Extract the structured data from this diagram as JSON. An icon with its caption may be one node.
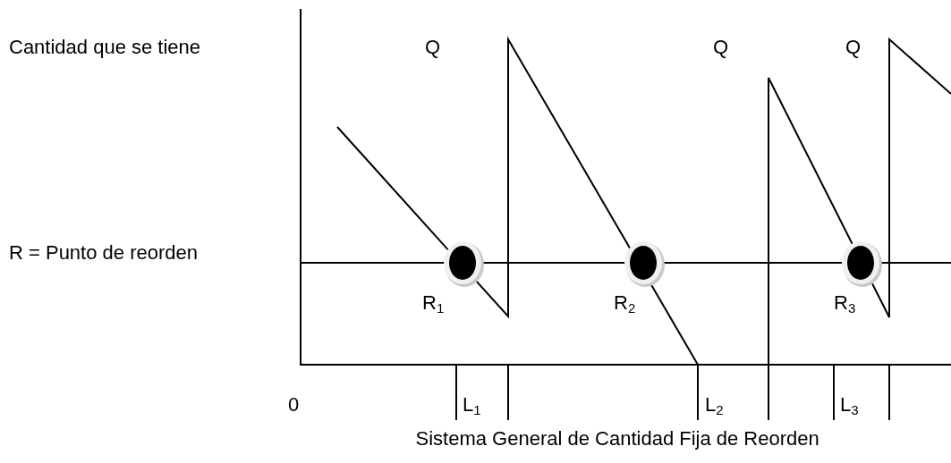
{
  "diagram": {
    "caption": "Sistema General de Cantidad Fija de Reorden",
    "labels": [
      "Cantidad que se tiene",
      "Q",
      "Q",
      "Q",
      "R = Punto de reorden",
      "R$_{1}$",
      "R$_{2}$",
      "R$_{3}$",
      "0",
      "L$_{1}$",
      "L$_{2}$",
      "L$_{3}$"
    ]
  }
}
